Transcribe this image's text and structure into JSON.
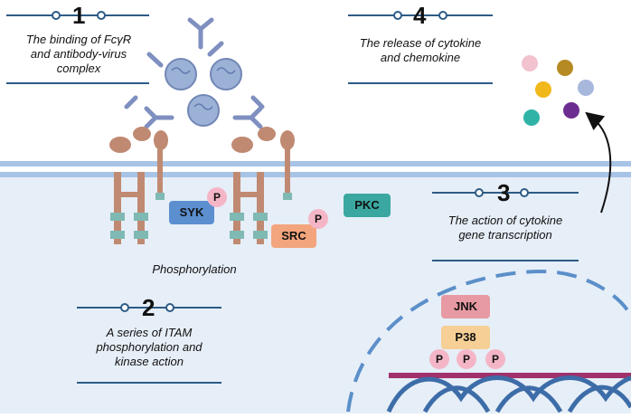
{
  "steps": [
    {
      "number": "1",
      "text_lines": [
        "The binding of FcγR",
        "and antibody-virus",
        "complex"
      ]
    },
    {
      "number": "2",
      "text_lines": [
        "A series of ITAM",
        "phosphorylation and",
        "kinase action"
      ]
    },
    {
      "number": "3",
      "text_lines": [
        "The action of cytokine",
        "gene transcription"
      ]
    },
    {
      "number": "4",
      "text_lines": [
        "The release of cytokine",
        "and chemokine"
      ]
    }
  ],
  "labels": {
    "phosphorylation": "Phosphorylation",
    "syk": "SYK",
    "src": "SRC",
    "pkc": "PKC",
    "jnk": "JNK",
    "p38": "P38",
    "p": "P"
  },
  "colors": {
    "membrane": "#a7c4e6",
    "cytoplasm": "#dfe9f4",
    "receptor": "#c08a72",
    "itam": "#7fb9b4",
    "syk": "#5b8fd0",
    "src": "#f3a57d",
    "pkc": "#3aa8a0",
    "jnk": "#e79aa3",
    "p38": "#f5cf95",
    "phospho": "#f4b6c6",
    "virus": "#8fa6cc",
    "antibody": "#8e9cc7",
    "nucleus_dash": "#5b8fc9",
    "dna_red": "#a0316b",
    "dna_blue": "#3d6da8"
  },
  "cytokine_dots": [
    "#f2c2cf",
    "#b58a22",
    "#f1b81b",
    "#a8b8dd",
    "#2fb3a7",
    "#6b2d8f"
  ]
}
